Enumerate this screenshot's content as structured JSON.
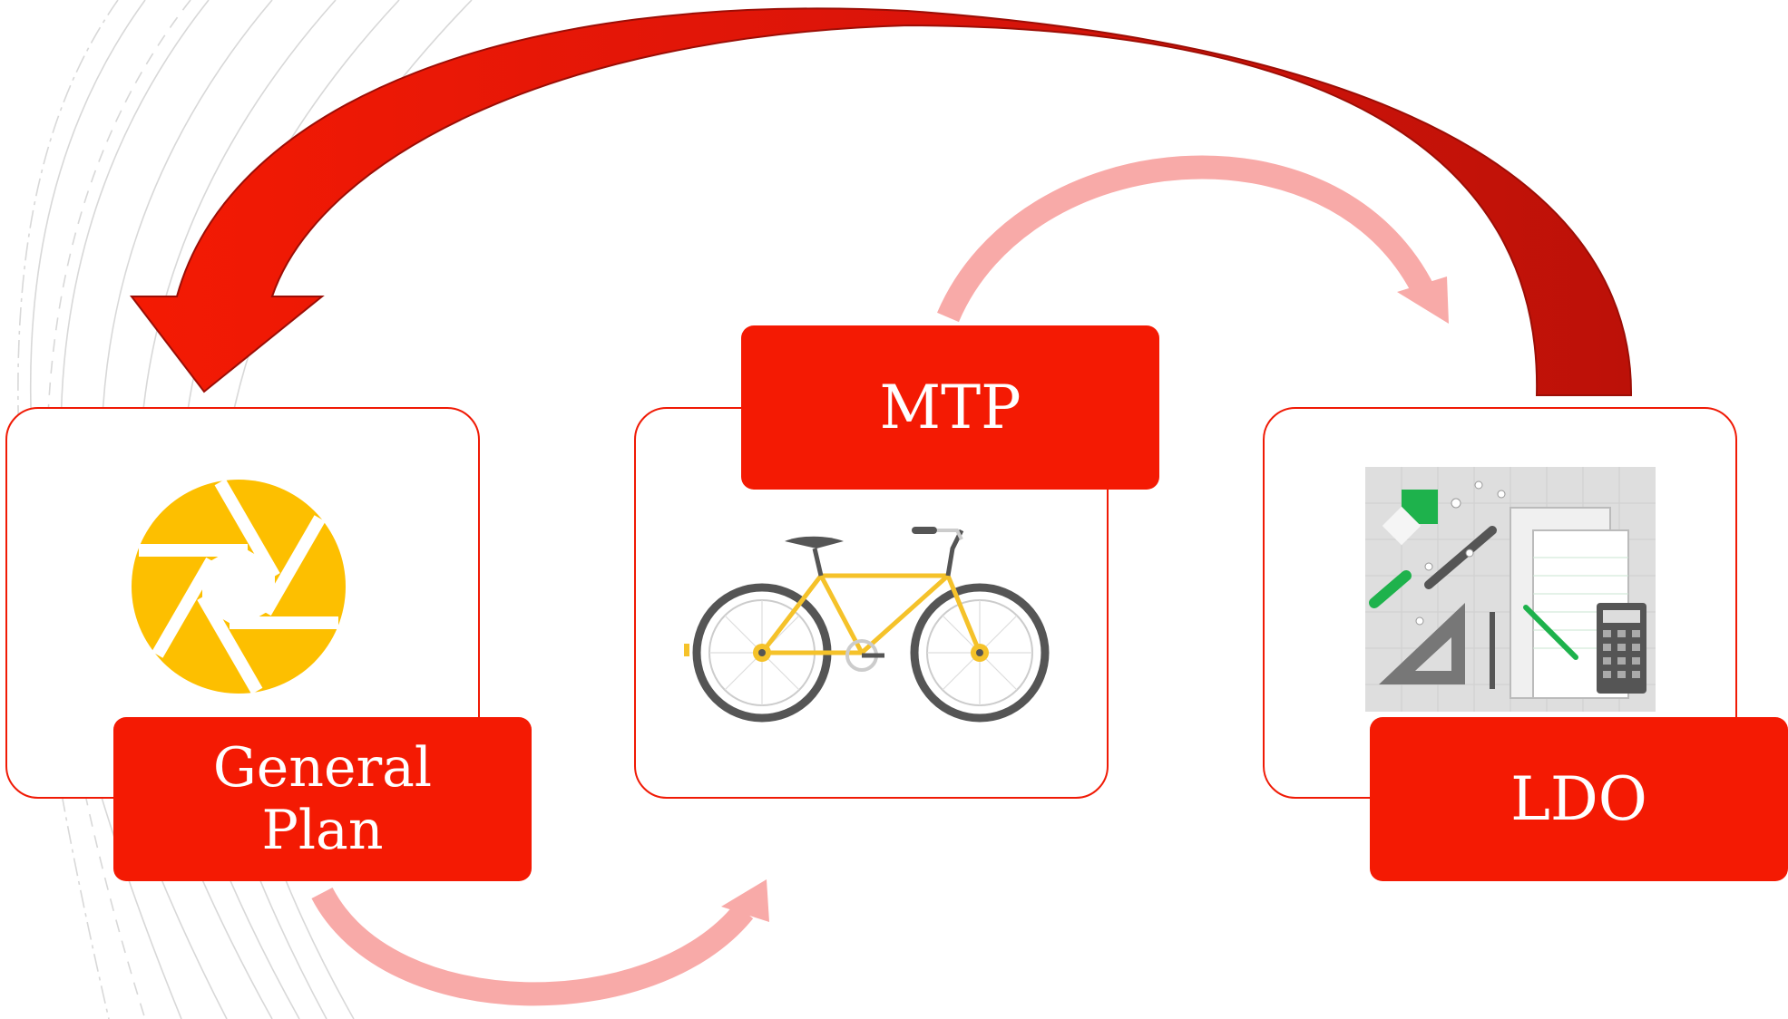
{
  "nodes": {
    "general_plan": {
      "line1": "General",
      "line2": "Plan"
    },
    "mtp": {
      "label": "MTP"
    },
    "ldo": {
      "label": "LDO"
    }
  },
  "icons": {
    "general_plan": "camera-aperture-icon",
    "mtp": "bicycle-icon",
    "ldo": "office-supplies-icon"
  },
  "arrows": [
    {
      "from": "ldo",
      "to": "general_plan",
      "style": "large-dark-red"
    },
    {
      "from": "general_plan",
      "to": "mtp",
      "style": "light-pink"
    },
    {
      "from": "mtp",
      "to": "ldo",
      "style": "light-pink"
    }
  ],
  "colors": {
    "label_fill": "#f41a03",
    "card_border": "#f01a05",
    "big_arrow": "#d9140a",
    "small_arrow": "#f8aaa8",
    "aperture": "#fdbf00",
    "bike_frame": "#f5c22a",
    "green_accent": "#1eb24c"
  }
}
